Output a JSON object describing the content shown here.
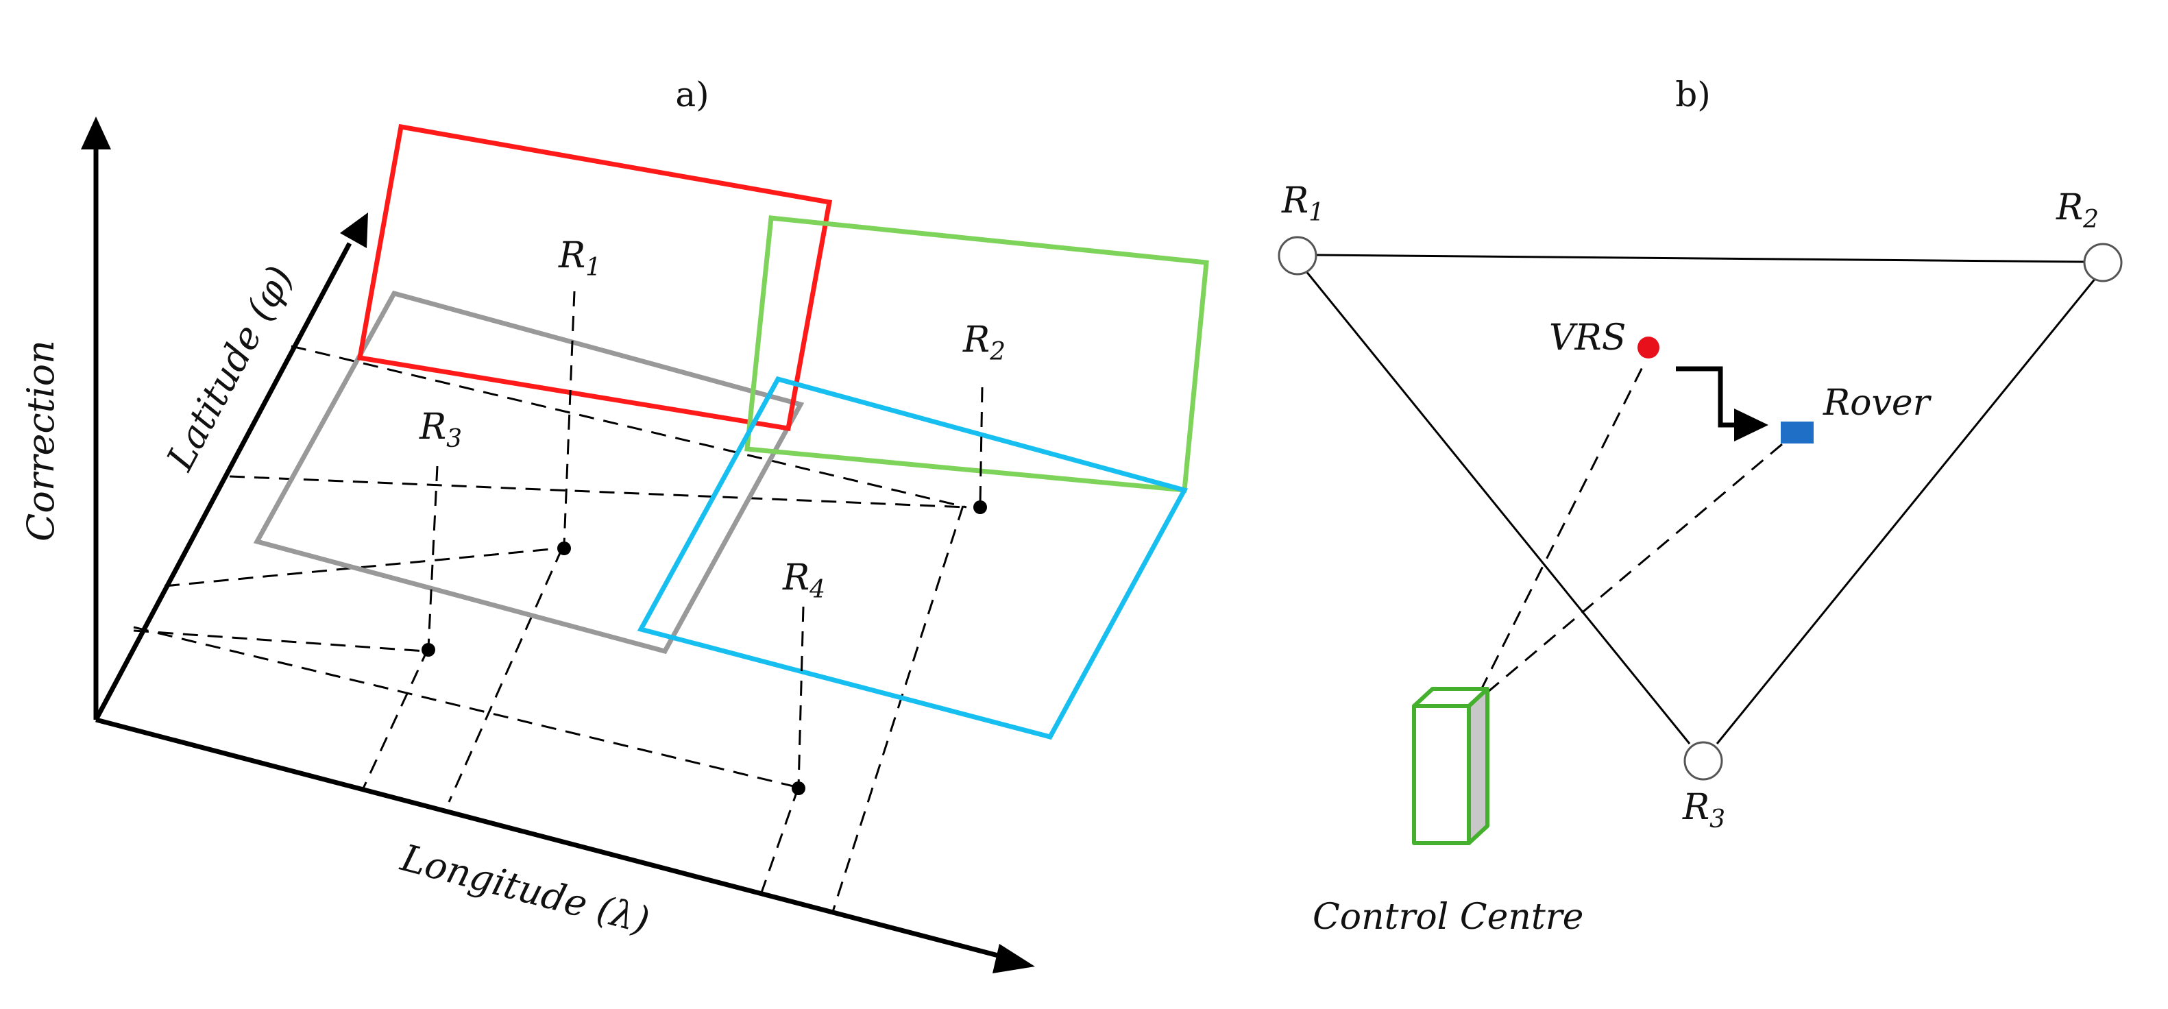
{
  "panel_a": {
    "title": "a)",
    "axes": {
      "correction": "Correction",
      "latitude": "Latitude (φ)",
      "longitude": "Longitude (λ)"
    },
    "stations": [
      {
        "id": "r1",
        "base": "R",
        "sub": "1"
      },
      {
        "id": "r2",
        "base": "R",
        "sub": "2"
      },
      {
        "id": "r3",
        "base": "R",
        "sub": "3"
      },
      {
        "id": "r4",
        "base": "R",
        "sub": "4"
      }
    ],
    "plane_colors": {
      "r1": "#ff1a1a",
      "r2": "#7ed35a",
      "r3": "#999999",
      "r4": "#17bff0"
    }
  },
  "panel_b": {
    "title": "b)",
    "stations": [
      {
        "id": "r1",
        "base": "R",
        "sub": "1"
      },
      {
        "id": "r2",
        "base": "R",
        "sub": "2"
      },
      {
        "id": "r3",
        "base": "R",
        "sub": "3"
      }
    ],
    "vrs_label": "VRS",
    "rover_label": "Rover",
    "control_centre_label": "Control Centre",
    "colors": {
      "vrs": "#e8101a",
      "rover": "#1f6fc6",
      "control_centre": "#44b02e",
      "control_centre_side": "#c8c8c8"
    }
  }
}
